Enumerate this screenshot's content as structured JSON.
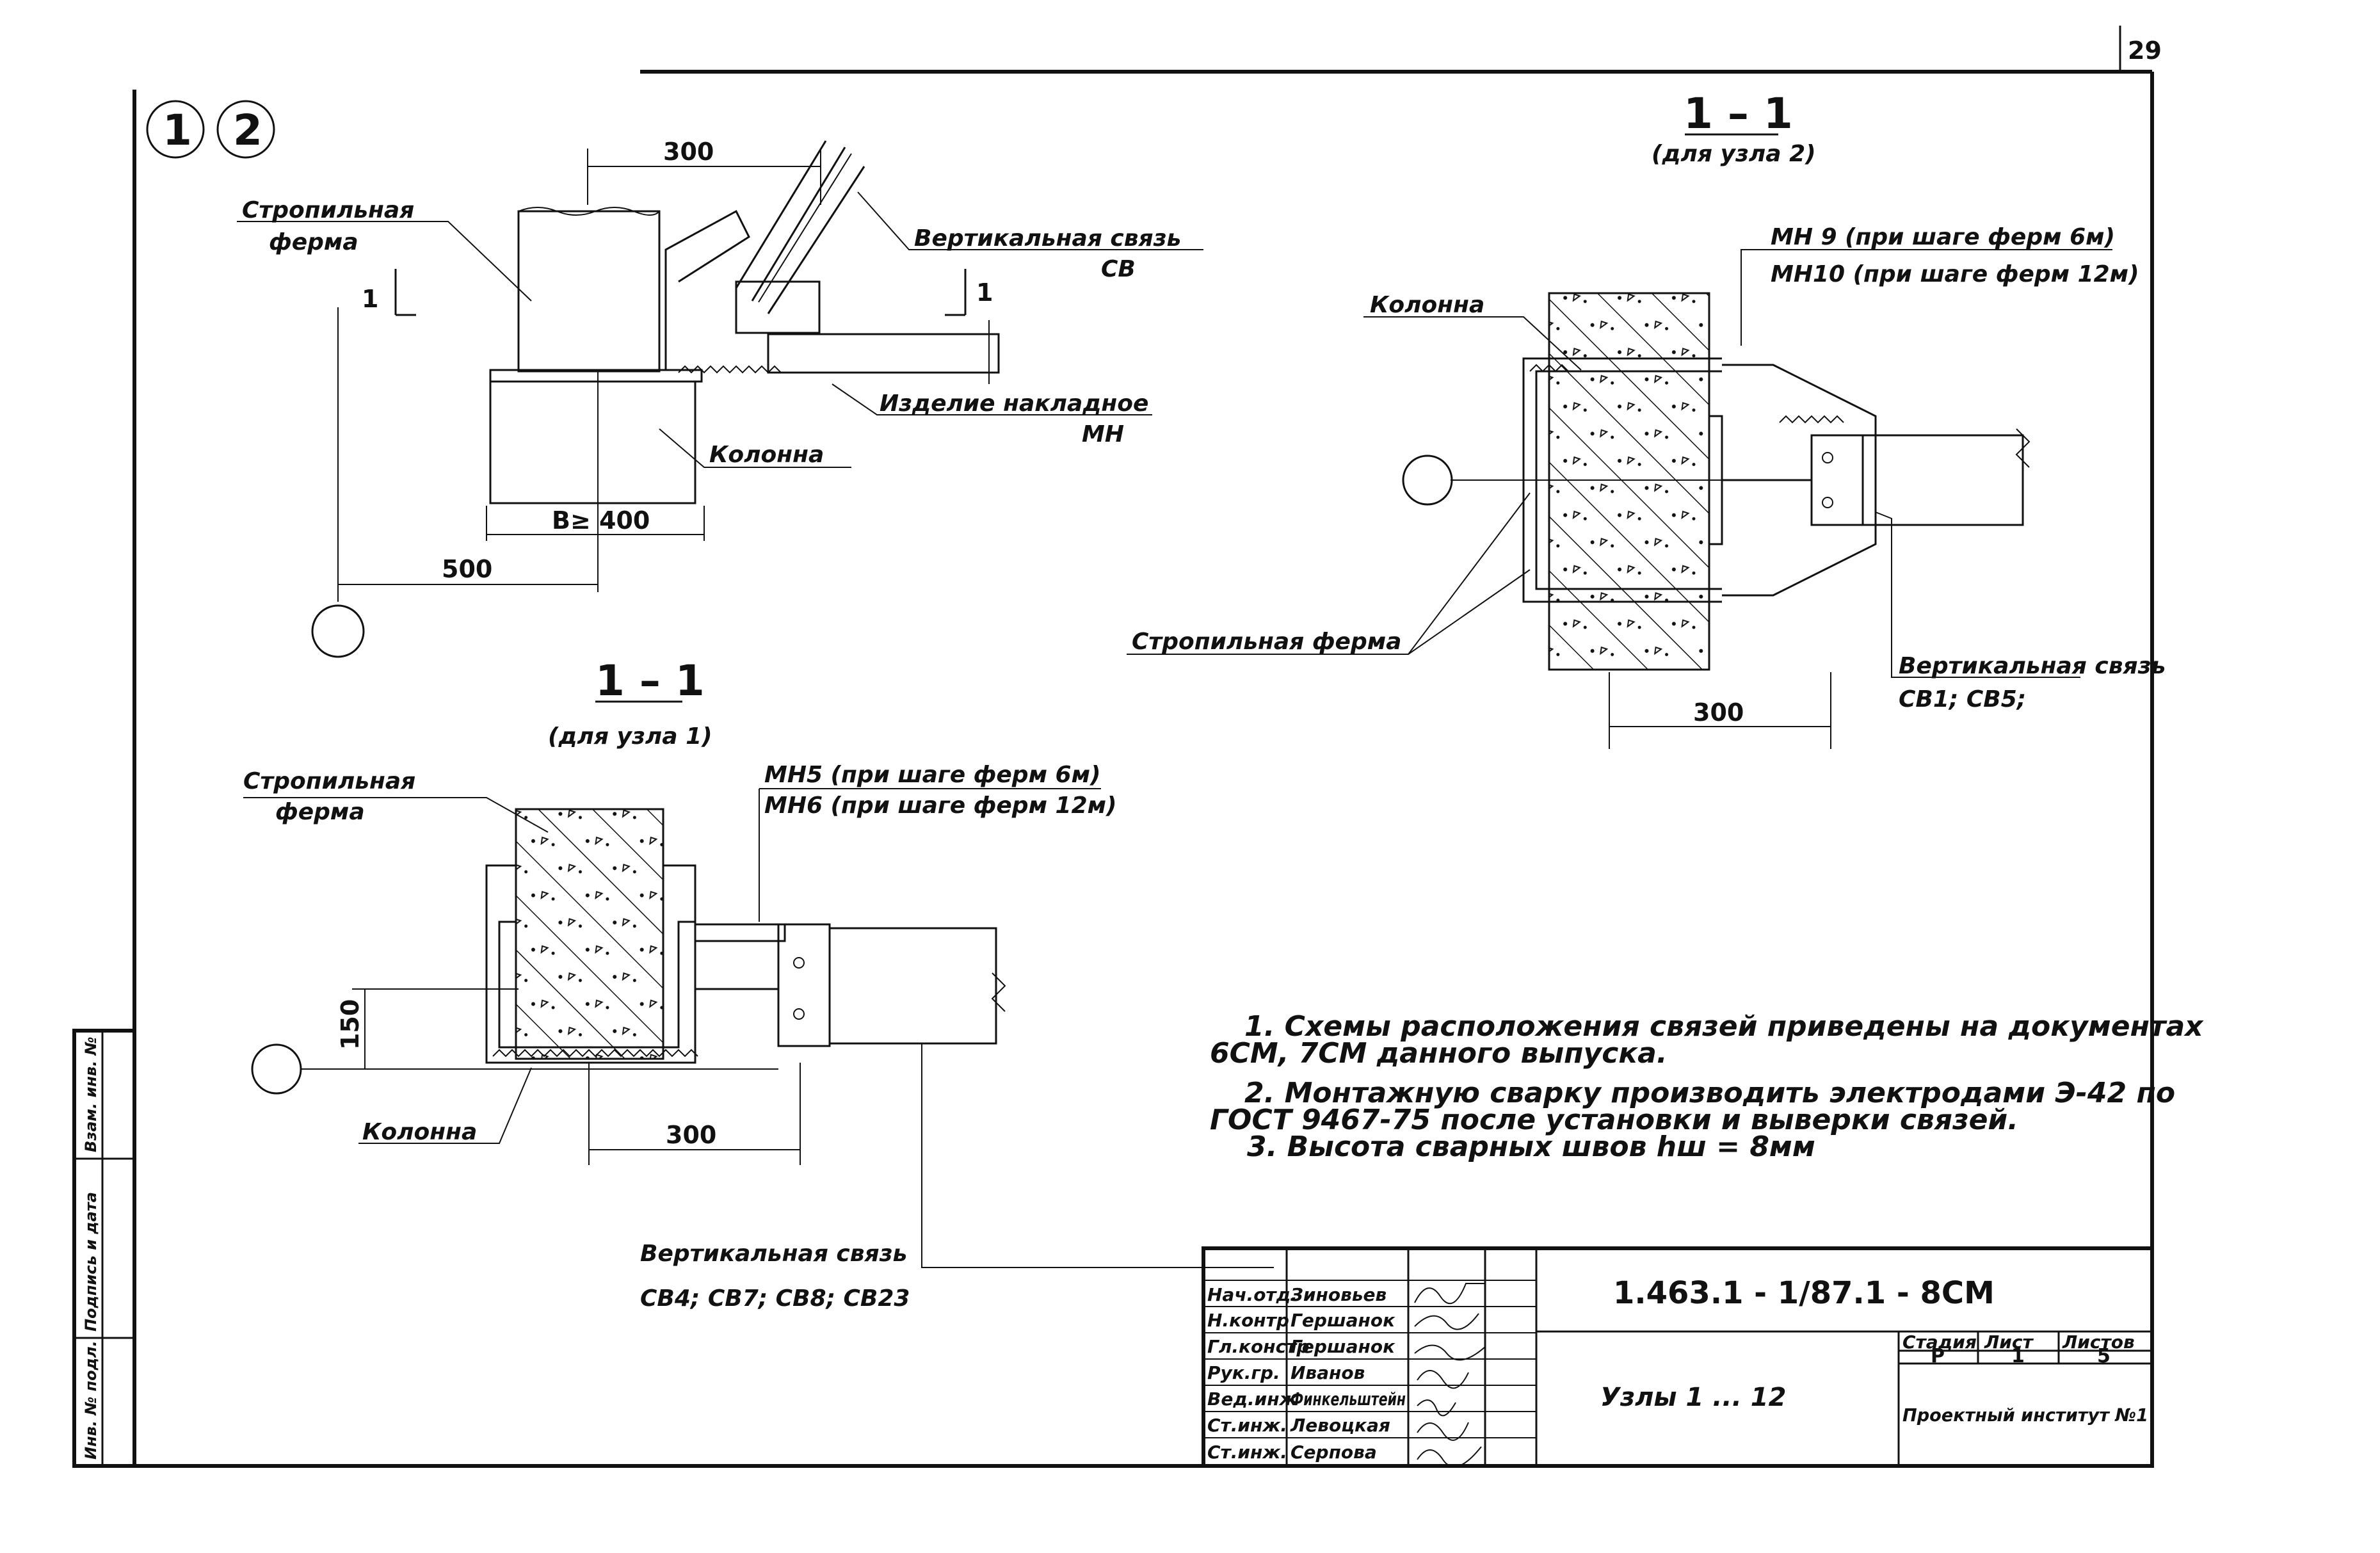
{
  "sheet_number": "29",
  "node_markers": [
    "1",
    "2"
  ],
  "detail_main": {
    "label_truss": [
      "Стропильная",
      "ферма"
    ],
    "label_brace": [
      "Вертикальная связь",
      "СВ"
    ],
    "label_plate": [
      "Изделие накладное",
      "МН"
    ],
    "label_column": "Колонна",
    "section_mark_left": "1",
    "section_mark_right": "1",
    "dim_300": "300",
    "dim_b": "В≥ 400",
    "dim_500": "500"
  },
  "section_node2": {
    "title": "1 – 1",
    "subtitle": "(для узла 2)",
    "mh_top": "МН 9 (при шаге ферм 6м)",
    "mh_bottom": "МН10 (при шаге ферм 12м)",
    "label_column": "Колонна",
    "label_truss": "Стропильная ферма",
    "label_brace": [
      "Вертикальная связь",
      "СВ1; СВ5;"
    ],
    "dim_300": "300"
  },
  "section_node1": {
    "title": "1 – 1",
    "subtitle": "(для узла 1)",
    "label_truss": [
      "Стропильная",
      "ферма"
    ],
    "mh_top": "МН5 (при шаге ферм 6м)",
    "mh_bottom": "МН6 (при шаге ферм 12м)",
    "label_column": "Колонна",
    "dim_150": "150",
    "dim_300": "300",
    "label_brace": [
      "Вертикальная связь",
      "СВ4;  СВ7;  СВ8;  СВ23"
    ]
  },
  "notes": [
    "1. Схемы расположения связей приведены на документах",
    "6СМ, 7СМ данного выпуска.",
    "2. Монтажную сварку производить электродами Э-42 по",
    "ГОСТ 9467-75 после установки и выверки связей.",
    "3. Высота сварных швов  hш = 8мм"
  ],
  "side_stamp": [
    "Инв. № подл.",
    "Подпись и дата",
    "Взам. инв. №"
  ],
  "title_block": {
    "doc_code": "1.463.1 - 1/87.1 - 8СМ",
    "sheet_name": "Узлы 1 ... 12",
    "roles": [
      "Нач.отд.",
      "Н.контр",
      "Гл.констр",
      "Рук.гр.",
      "Вед.инж",
      "Ст.инж.",
      "Ст.инж."
    ],
    "names": [
      "Зиновьев",
      "Гершанок",
      "Гершанок",
      "Иванов",
      "Финкельштейн",
      "Левоцкая",
      "Серпова"
    ],
    "stage_header": "Стадия",
    "sheet_header": "Лист",
    "sheets_header": "Листов",
    "stage": "Р",
    "sheet": "1",
    "sheets": "5",
    "organization": "Проектный институт №1"
  }
}
